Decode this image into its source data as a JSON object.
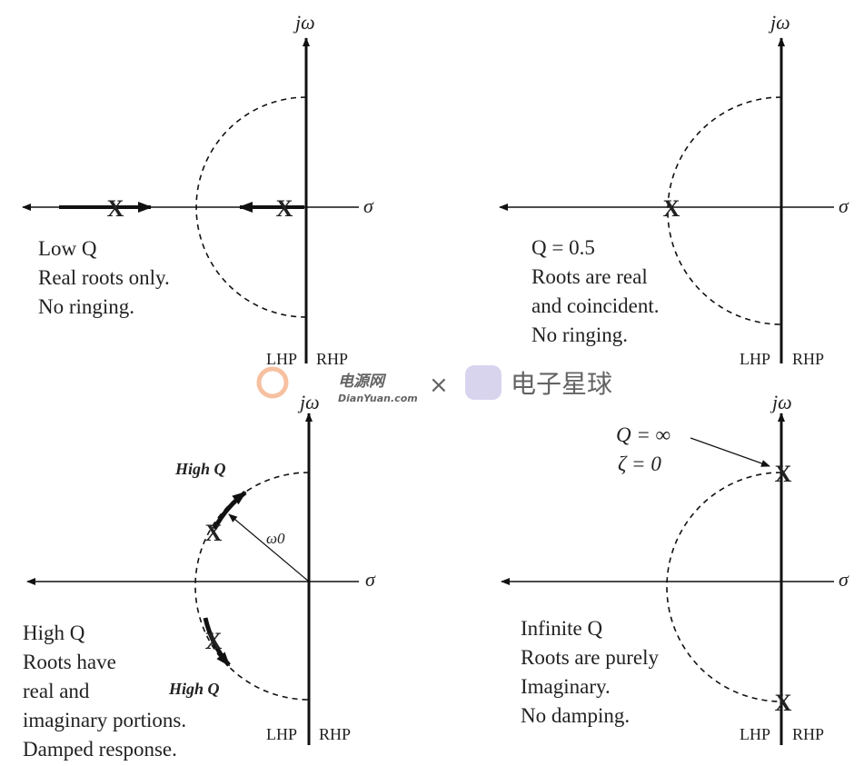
{
  "axes": {
    "imag": "jω",
    "real": "σ",
    "lhp": "LHP",
    "rhp": "RHP",
    "pole_mark": "X"
  },
  "panels": [
    {
      "id": "low-q",
      "lines": [
        "Low Q",
        "Real roots only.",
        "No ringing."
      ]
    },
    {
      "id": "q-half",
      "lines": [
        "Q = 0.5",
        "Roots are real",
        "and coincident.",
        "No ringing."
      ]
    },
    {
      "id": "high-q",
      "lines": [
        "High Q",
        "Roots have",
        "real and",
        "imaginary portions.",
        "Damped response."
      ],
      "arc_label": "High Q",
      "radius_label": "ω0"
    },
    {
      "id": "infinite-q",
      "lines": [
        "Infinite Q",
        "Roots are purely",
        "Imaginary.",
        "No damping."
      ],
      "annot1": "Q = ∞",
      "annot2": "ζ = 0"
    }
  ],
  "watermark": {
    "left": "电源网",
    "left_sub": "DianYuan.com",
    "sep": "×",
    "right": "电子星球",
    "left_color": "#f5a77a",
    "right_color": "#c9c3e8"
  }
}
